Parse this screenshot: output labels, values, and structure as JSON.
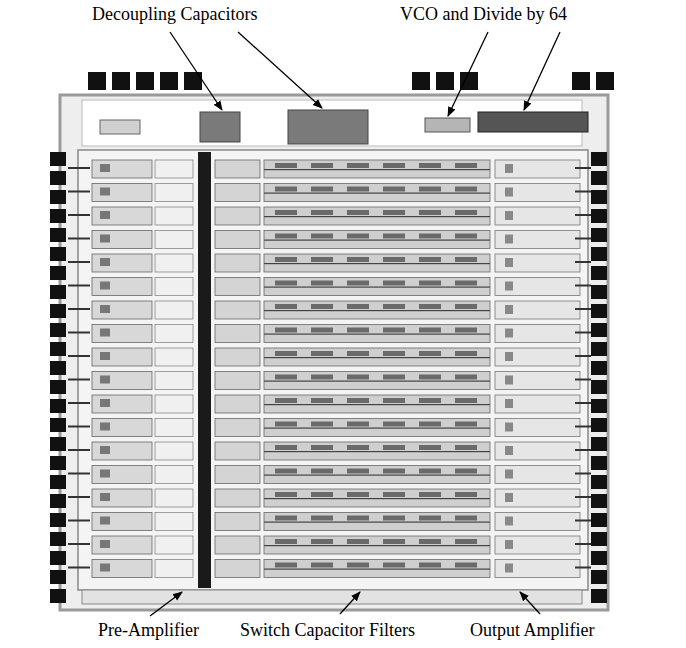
{
  "diagram": {
    "labels": [
      "Decoupling Capacitors",
      "VCO and Divide by 64",
      "Pre-Amplifier",
      "Switch Capacitor Filters",
      "Output Amplifier"
    ]
  }
}
